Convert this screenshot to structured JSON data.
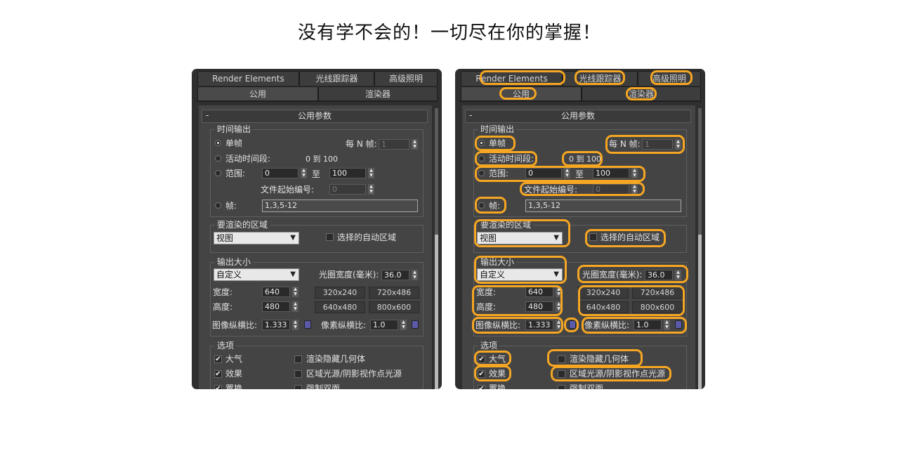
{
  "headline": "没有学不会的！一切尽在你的掌握！",
  "tabs": {
    "render_elements": "Render Elements",
    "raytracer": "光线跟踪器",
    "advanced_lighting": "高级照明",
    "common": "公用",
    "renderer": "渲染器"
  },
  "rollout_title": "公用参数",
  "time_output": {
    "label": "时间输出",
    "single": "单帧",
    "every_nth": "每 N 帧:",
    "every_nth_value": "1",
    "active_segment": "活动时间段:",
    "active_range": "0 到 100",
    "range": "范围:",
    "range_from": "0",
    "range_to_label": "至",
    "range_to": "100",
    "file_number_base": "文件起始编号:",
    "file_number_base_value": "0",
    "frames": "帧:",
    "frames_value": "1,3,5-12"
  },
  "area_to_render": {
    "label": "要渲染的区域",
    "selected": "视图",
    "auto_region": "选择的自动区域"
  },
  "output_size": {
    "label": "输出大小",
    "selected": "自定义",
    "aperture_label": "光圈宽度(毫米):",
    "aperture_value": "36.0",
    "width_label": "宽度:",
    "width_value": "640",
    "height_label": "高度:",
    "height_value": "480",
    "preset1": "320x240",
    "preset2": "720x486",
    "preset3": "640x480",
    "preset4": "800x600",
    "image_aspect_label": "图像纵横比:",
    "image_aspect_value": "1.333",
    "pixel_aspect_label": "像素纵横比:",
    "pixel_aspect_value": "1.0"
  },
  "options": {
    "label": "选项",
    "atmospherics": "大气",
    "render_hidden": "渲染隐藏几何体",
    "effects": "效果",
    "area_lights": "区域光源/阴影视作点光源",
    "displacement": "置换",
    "force_two_sided": "强制双面"
  },
  "colors": {
    "highlight": "#f5a623",
    "panel_bg": "#2f2f2f",
    "content_bg": "#444444"
  }
}
